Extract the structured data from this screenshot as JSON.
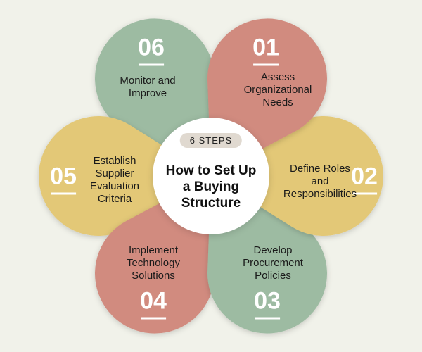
{
  "colors": {
    "red": "#d18b7f",
    "green": "#9dbba2",
    "yellow": "#e3c877",
    "background": "#f1f2ea"
  },
  "center": {
    "badge": "6 STEPS",
    "title": "How to Set Up\na Buying\nStructure"
  },
  "steps": [
    {
      "number": "01",
      "label": "Assess\nOrganizational\nNeeds",
      "color": "#d18b7f"
    },
    {
      "number": "02",
      "label": "Define Roles\nand\nResponsibilities",
      "color": "#e3c877"
    },
    {
      "number": "03",
      "label": "Develop\nProcurement\nPolicies",
      "color": "#9dbba2"
    },
    {
      "number": "04",
      "label": "Implement\nTechnology\nSolutions",
      "color": "#d18b7f"
    },
    {
      "number": "05",
      "label": "Establish\nSupplier\nEvaluation\nCriteria",
      "color": "#e3c877"
    },
    {
      "number": "06",
      "label": "Monitor and\nImprove",
      "color": "#9dbba2"
    }
  ]
}
